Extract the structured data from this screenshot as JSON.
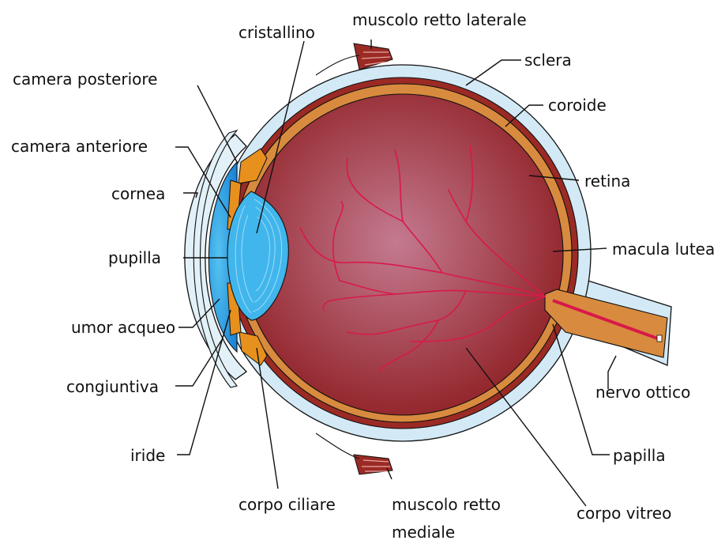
{
  "labels": {
    "muscolo_retto_laterale": "muscolo retto laterale",
    "cristallino": "cristallino",
    "sclera": "sclera",
    "camera_posteriore": "camera posteriore",
    "coroide": "coroide",
    "camera_anteriore": "camera anteriore",
    "retina": "retina",
    "cornea": "cornea",
    "pupilla": "pupilla",
    "macula_lutea": "macula lutea",
    "umor_acqueo": "umor acqueo",
    "congiuntiva": "congiuntiva",
    "nervo_ottico": "nervo ottico",
    "iride": "iride",
    "papilla": "papilla",
    "corpo_ciliare": "corpo ciliare",
    "muscolo_retto_mediale_line1": "muscolo retto",
    "muscolo_retto_mediale_line2": "mediale",
    "corpo_vitreo": "corpo vitreo"
  },
  "colors": {
    "sclera": "#d3e9f6",
    "choroid": "#9b2a25",
    "retina": "#d88b3e",
    "vitreous_center": "#c47a90",
    "vitreous_edge": "#8e1e22",
    "lens": "#41b6ec",
    "aqueous": "#1d86d8",
    "iris": "#e7901e",
    "vessel": "#d8194a",
    "muscle": "#9b2a25",
    "outline": "#111111"
  }
}
